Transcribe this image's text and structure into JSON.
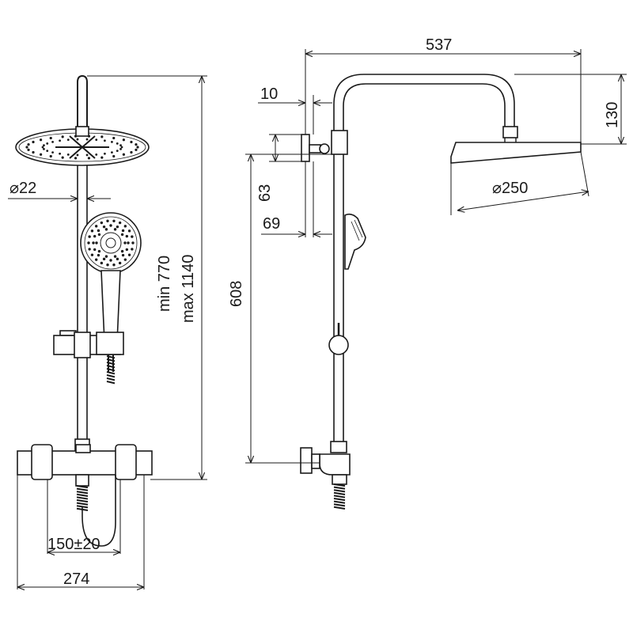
{
  "dimensions": {
    "overall_width": "537",
    "head_offset": "130",
    "wall_offset": "10",
    "arm_diameter": "⌀22",
    "head_diameter": "⌀250",
    "bracket_height": "63",
    "bracket_depth": "69",
    "rail_height": "608",
    "height_range_min": "min 770",
    "height_range_max": "max 1140",
    "inlet_spacing": "150±20",
    "mixer_width": "274"
  }
}
